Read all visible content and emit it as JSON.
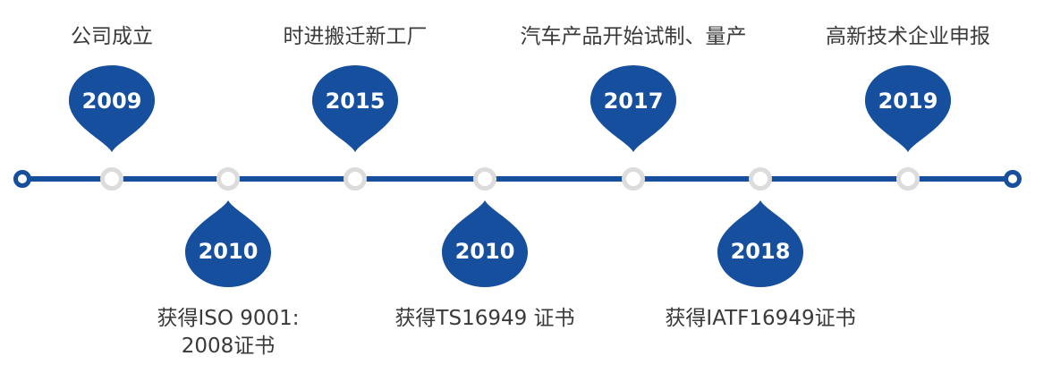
{
  "colors": {
    "accent_blue": "#164f9e",
    "node_ring_gray": "#dcdcdc",
    "label_text": "#3a3a3a",
    "year_text": "#ffffff",
    "background": "#ffffff"
  },
  "timeline": {
    "milestones": [
      {
        "year": "2009",
        "label": "公司成立",
        "position": "above"
      },
      {
        "year": "2010",
        "label": "获得ISO 9001:\n2008证书",
        "position": "below"
      },
      {
        "year": "2015",
        "label": "时进搬迁新工厂",
        "position": "above"
      },
      {
        "year": "2010",
        "label": "获得TS16949 证书",
        "position": "below"
      },
      {
        "year": "2017",
        "label": "汽车产品开始试制、量产",
        "position": "above"
      },
      {
        "year": "2018",
        "label": "获得IATF16949证书",
        "position": "below"
      },
      {
        "year": "2019",
        "label": "高新技术企业申报",
        "position": "above"
      }
    ]
  }
}
